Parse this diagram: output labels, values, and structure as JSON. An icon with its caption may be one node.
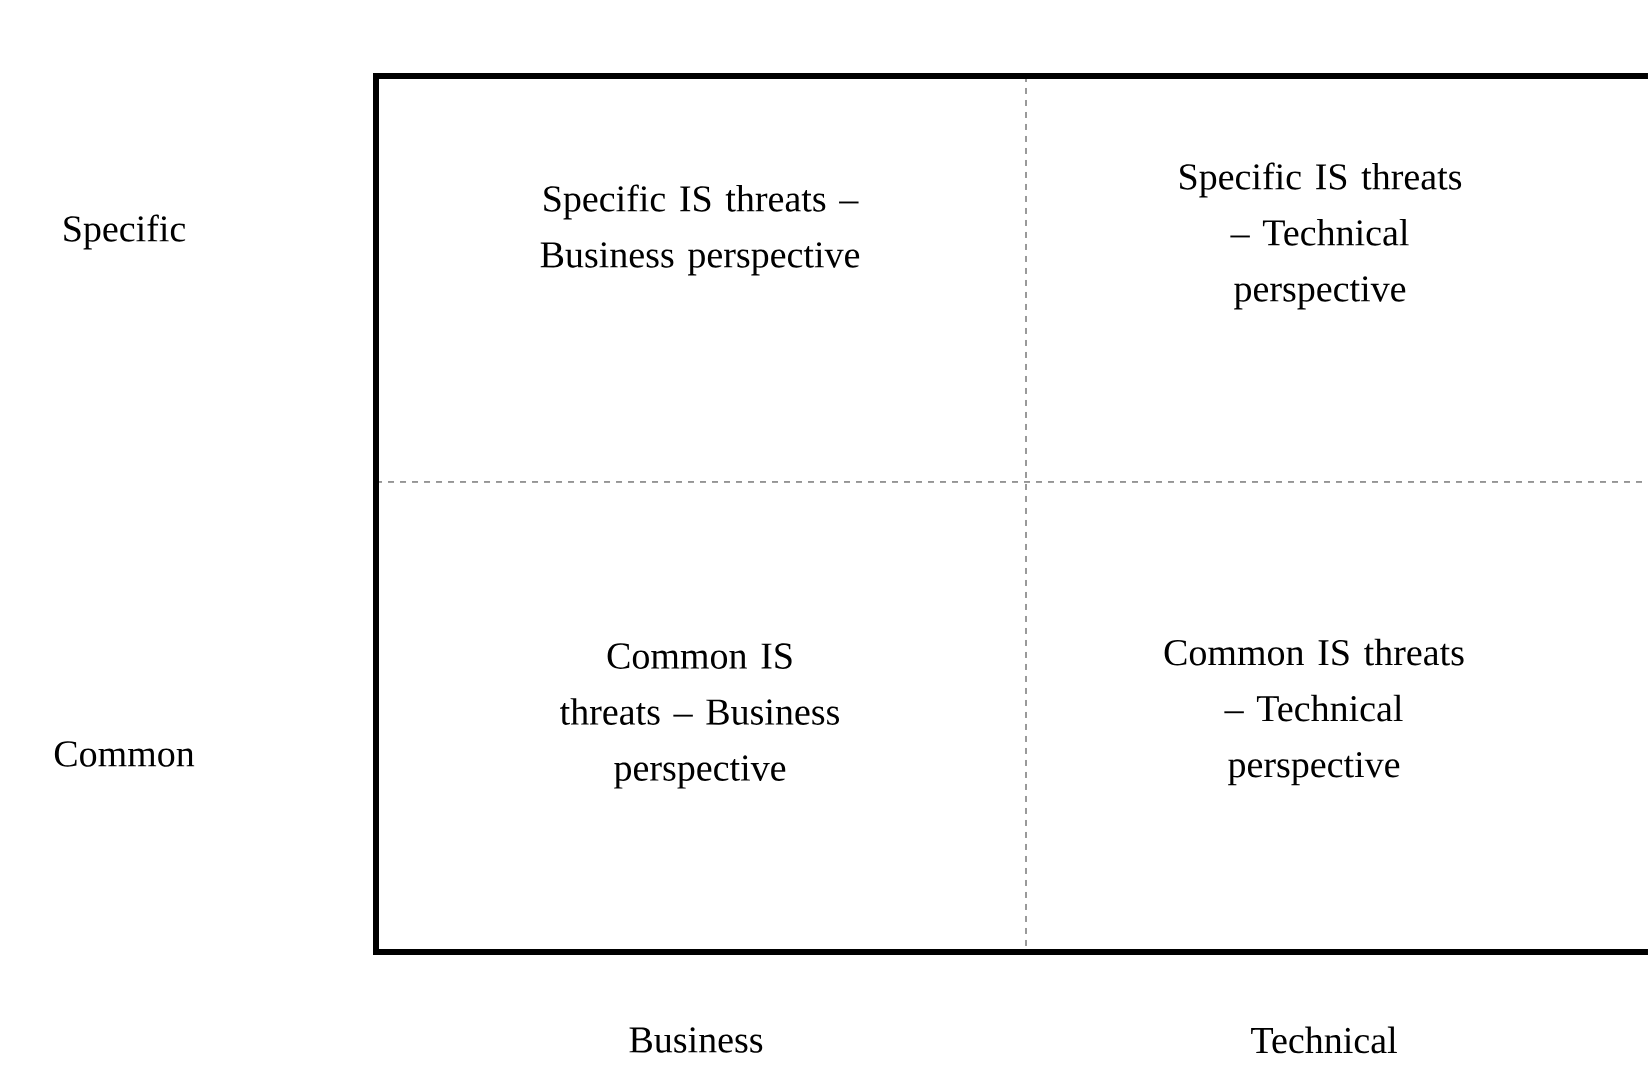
{
  "diagram": {
    "nodes": [
      {
        "text": [
          "Specific IS threats – Business perspective"
        ]
      },
      {
        "text": [
          "Specific IS threats – Technical perspective"
        ]
      },
      {
        "text": [
          "Common IS threats – Business perspective"
        ]
      },
      {
        "text": [
          "Common IS threats – Technical perspective"
        ]
      }
    ],
    "labels": [
      "Specific",
      "Common",
      "Business",
      "Technical"
    ]
  }
}
